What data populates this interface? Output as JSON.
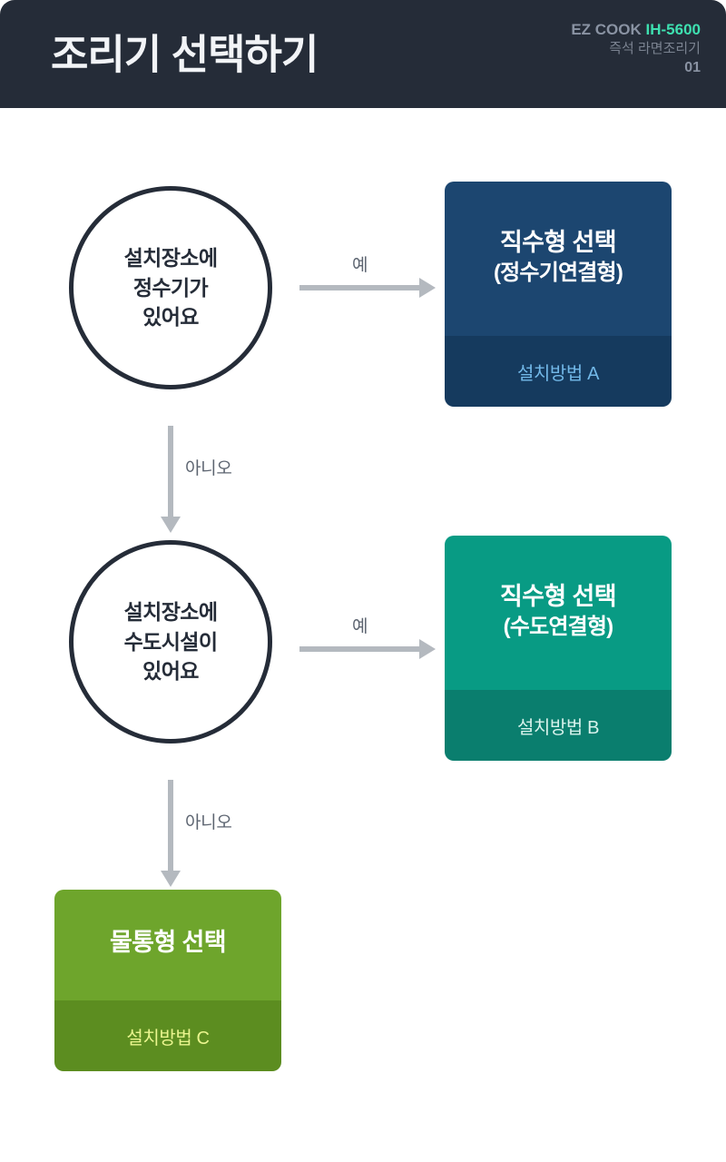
{
  "header": {
    "title": "조리기 선택하기",
    "brand": "EZ COOK",
    "model": "IH-5600",
    "product": "즉석 라면조리기",
    "page_number": "01",
    "background_color": "#252c38",
    "accent_color": "#3ee0b0"
  },
  "flow": {
    "decisions": [
      {
        "id": "has-water-purifier",
        "lines": [
          "설치장소에",
          "정수기가",
          "있어요"
        ]
      },
      {
        "id": "has-water-supply",
        "lines": [
          "설치장소에",
          "수도시설이",
          "있어요"
        ]
      }
    ],
    "edges": {
      "yes_label": "예",
      "no_label": "아니오"
    },
    "outcomes": [
      {
        "id": "option-a",
        "title": "직수형 선택",
        "subtitle": "(정수기연결형)",
        "footer": "설치방법 A",
        "body_color": "#1c4670",
        "footer_color": "#153a5e",
        "footer_text_color": "#72b8e8"
      },
      {
        "id": "option-b",
        "title": "직수형 선택",
        "subtitle": "(수도연결형)",
        "footer": "설치방법 B",
        "body_color": "#089b84",
        "footer_color": "#0a7e6e",
        "footer_text_color": "#d7f2ec"
      },
      {
        "id": "option-c",
        "title": "물통형 선택",
        "subtitle": "",
        "footer": "설치방법 C",
        "body_color": "#6ea52c",
        "footer_color": "#5c8d20",
        "footer_text_color": "#eaf58e"
      }
    ]
  }
}
